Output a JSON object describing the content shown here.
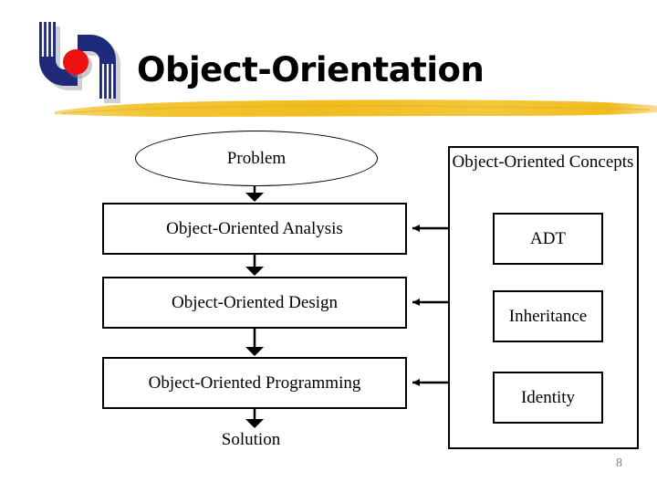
{
  "slide": {
    "title": "Object-Orientation",
    "page_number": "8",
    "logo": {
      "name": "company-logo",
      "blue": "#1f2a7a",
      "red": "#ee1111",
      "shadow": "#9a9a9a"
    },
    "gold_band_color": "#f0bc20"
  },
  "diagram": {
    "start_label": "Problem",
    "end_label": "Solution",
    "process_steps": [
      {
        "label": "Object-Oriented Analysis"
      },
      {
        "label": "Object-Oriented Design"
      },
      {
        "label": "Object-Oriented Programming"
      }
    ],
    "concepts_panel": {
      "title": "Object-Oriented Concepts",
      "items": [
        {
          "label": "ADT"
        },
        {
          "label": "Inheritance"
        },
        {
          "label": "Identity"
        }
      ]
    }
  }
}
